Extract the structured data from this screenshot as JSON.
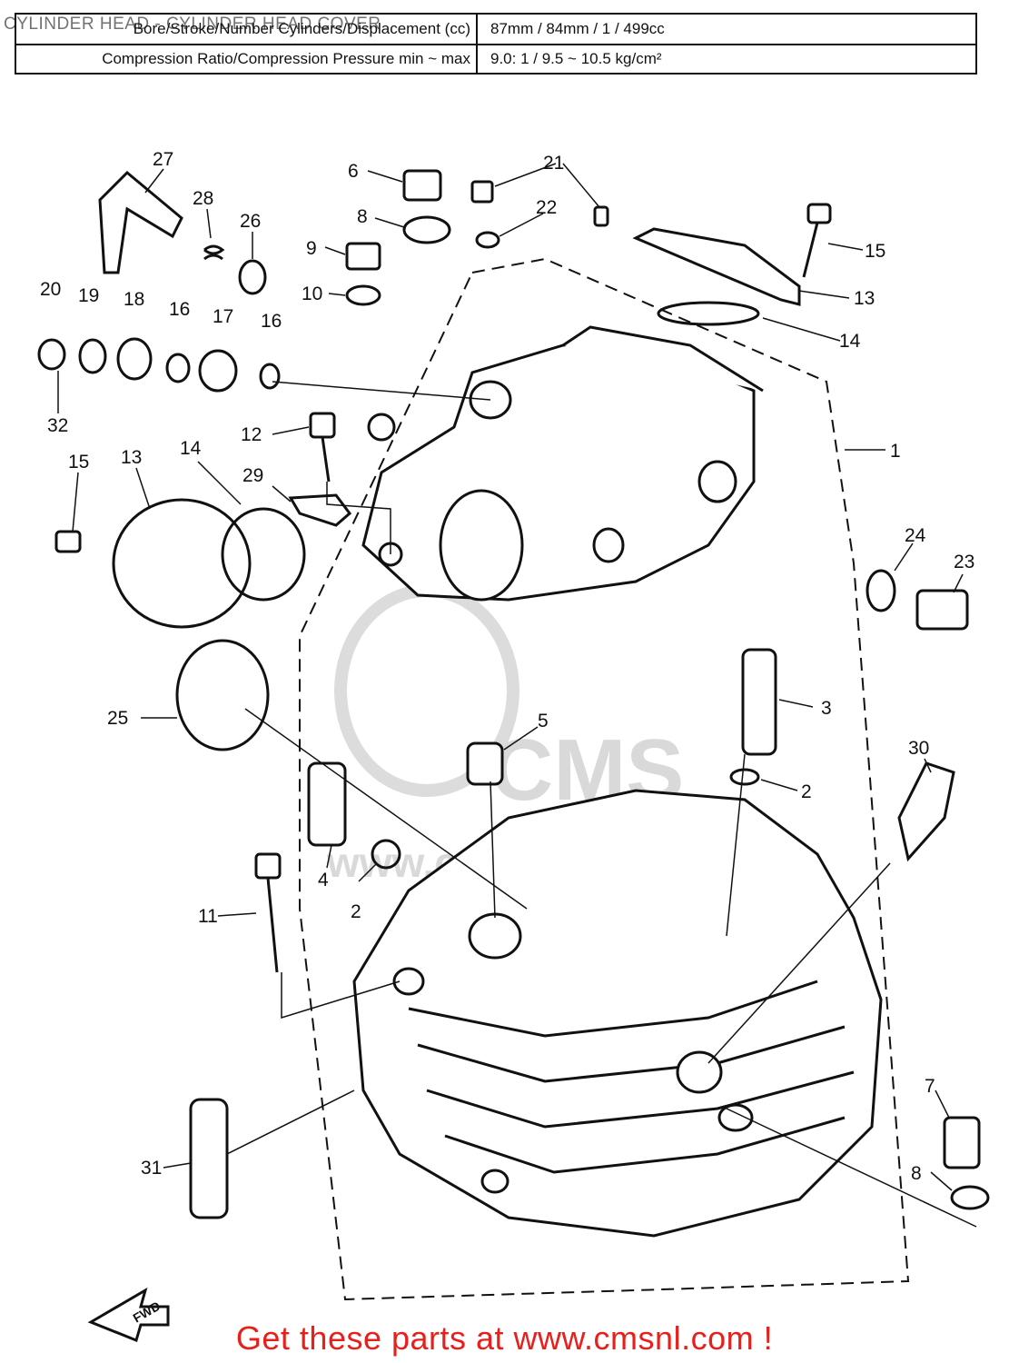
{
  "title": "CYLINDER HEAD - CYLINDER HEAD COVER",
  "spec_table": {
    "rows": [
      {
        "label": "Bore/Stroke/Number Cylinders/Displacement (cc)",
        "value": "87mm / 84mm / 1 / 499cc"
      },
      {
        "label": "Compression Ratio/Compression Pressure min ~ max",
        "value": "9.0: 1 / 9.5 ~ 10.5 kg/cm²"
      }
    ]
  },
  "watermark": {
    "logo_text": "CMS",
    "url_text": "www.cmsnl.com"
  },
  "fwd_label": "FWD",
  "callouts": [
    "27",
    "28",
    "26",
    "6",
    "21",
    "8",
    "22",
    "9",
    "10",
    "15",
    "13",
    "14",
    "20",
    "19",
    "18",
    "16",
    "17",
    "16",
    "32",
    "12",
    "1",
    "15",
    "13",
    "14",
    "29",
    "24",
    "23",
    "25",
    "5",
    "3",
    "30",
    "2",
    "4",
    "2",
    "11",
    "7",
    "8",
    "31"
  ],
  "footer_cta": "Get these parts at www.cmsnl.com !",
  "colors": {
    "cta": "#e8201c",
    "line": "#111111"
  }
}
